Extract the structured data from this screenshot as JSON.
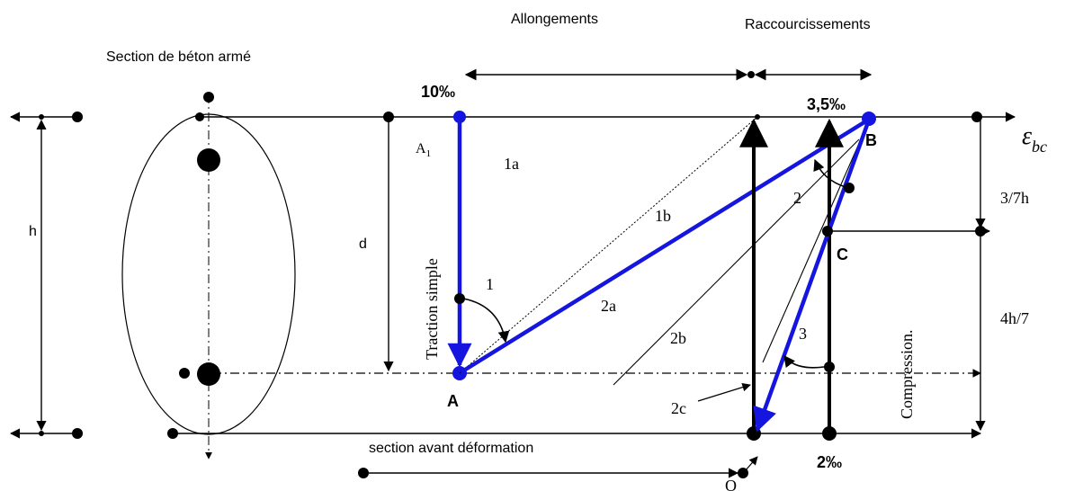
{
  "section": {
    "title": "Section de béton armé",
    "height_label": "h",
    "depth_label": "d",
    "caption_before": "section avant déformation"
  },
  "strain_axis": {
    "header_left": "Allongements",
    "header_right": "Raccourcissements",
    "axis_symbol": "ε",
    "axis_subscript": "bc"
  },
  "limits": {
    "tension_limit": "10‰",
    "compression_limit_top": "3,5‰",
    "compression_limit_bottom": "2‰"
  },
  "pivots": {
    "A": "A",
    "B": "B",
    "C": "C",
    "O": "O",
    "A1": "A",
    "A1_subscript": "1"
  },
  "domains": {
    "d1": "1",
    "d1a": "1a",
    "d1b": "1b",
    "d2": "2",
    "d2a": "2a",
    "d2b": "2b",
    "d2c": "2c",
    "d3": "3"
  },
  "labels": {
    "simple_tension": "Traction simple",
    "compression": "Compression.",
    "top_part": "3/7h",
    "bottom_part": "4h/7"
  },
  "colors": {
    "pivot_lines": "#1515e0",
    "ink": "#000000"
  }
}
